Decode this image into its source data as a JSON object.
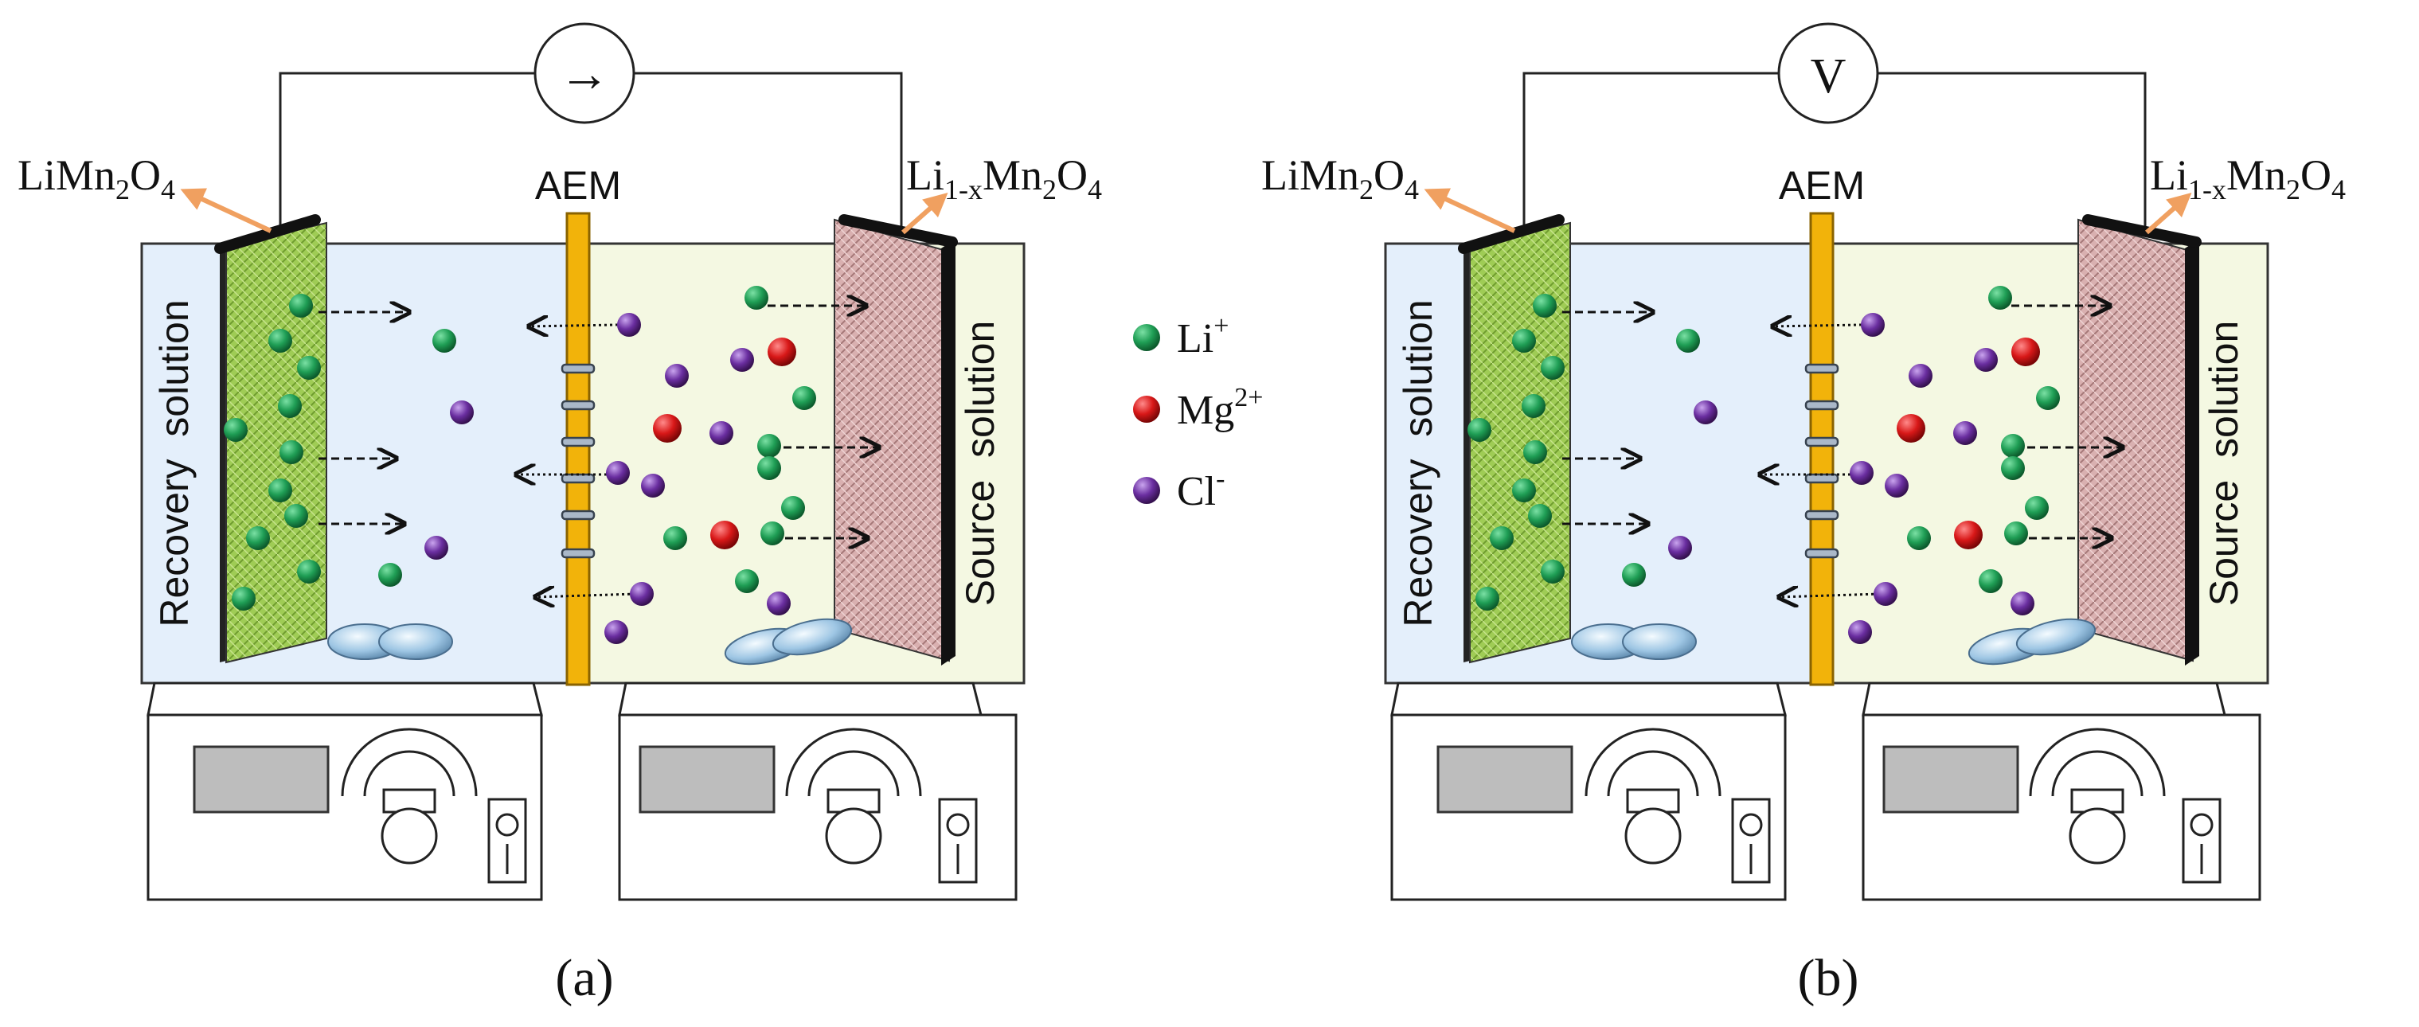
{
  "panels": [
    {
      "id": "a",
      "caption": "(a)",
      "meter_symbol": "→",
      "left_electrode": {
        "base": "LiMn",
        "sub1": "2",
        "mid": "O",
        "sub2": "4"
      },
      "right_electrode": {
        "base": "Li",
        "sub0": "1-x",
        "mid": "Mn",
        "sub1": "2",
        "mid2": "O",
        "sub2": "4"
      },
      "membrane": "AEM",
      "left_solution": "Recovery  solution",
      "right_solution": "Source  solution"
    },
    {
      "id": "b",
      "caption": "(b)",
      "meter_symbol": "V",
      "left_electrode": {
        "base": "LiMn",
        "sub1": "2",
        "mid": "O",
        "sub2": "4"
      },
      "right_electrode": {
        "base": "Li",
        "sub0": "1-x",
        "mid": "Mn",
        "sub1": "2",
        "mid2": "O",
        "sub2": "4"
      },
      "membrane": "AEM",
      "left_solution": "Recovery  solution",
      "right_solution": "Source  solution"
    }
  ],
  "legend": [
    {
      "ion": "li",
      "base": "Li",
      "sup": "+",
      "color": "#1f9e55"
    },
    {
      "ion": "mg",
      "base": "Mg",
      "sup": "2+",
      "color": "#d81818"
    },
    {
      "ion": "cl",
      "base": "Cl",
      "sup": "-",
      "color": "#6a2ea0"
    }
  ],
  "colors": {
    "recovery_bg": "#e4effb",
    "source_bg": "#f4f8e2",
    "membrane": "#f2b30a",
    "electrode_left": "#9cc954",
    "electrode_right": "#d7a9a9",
    "arrow_orange": "#f0a060"
  }
}
